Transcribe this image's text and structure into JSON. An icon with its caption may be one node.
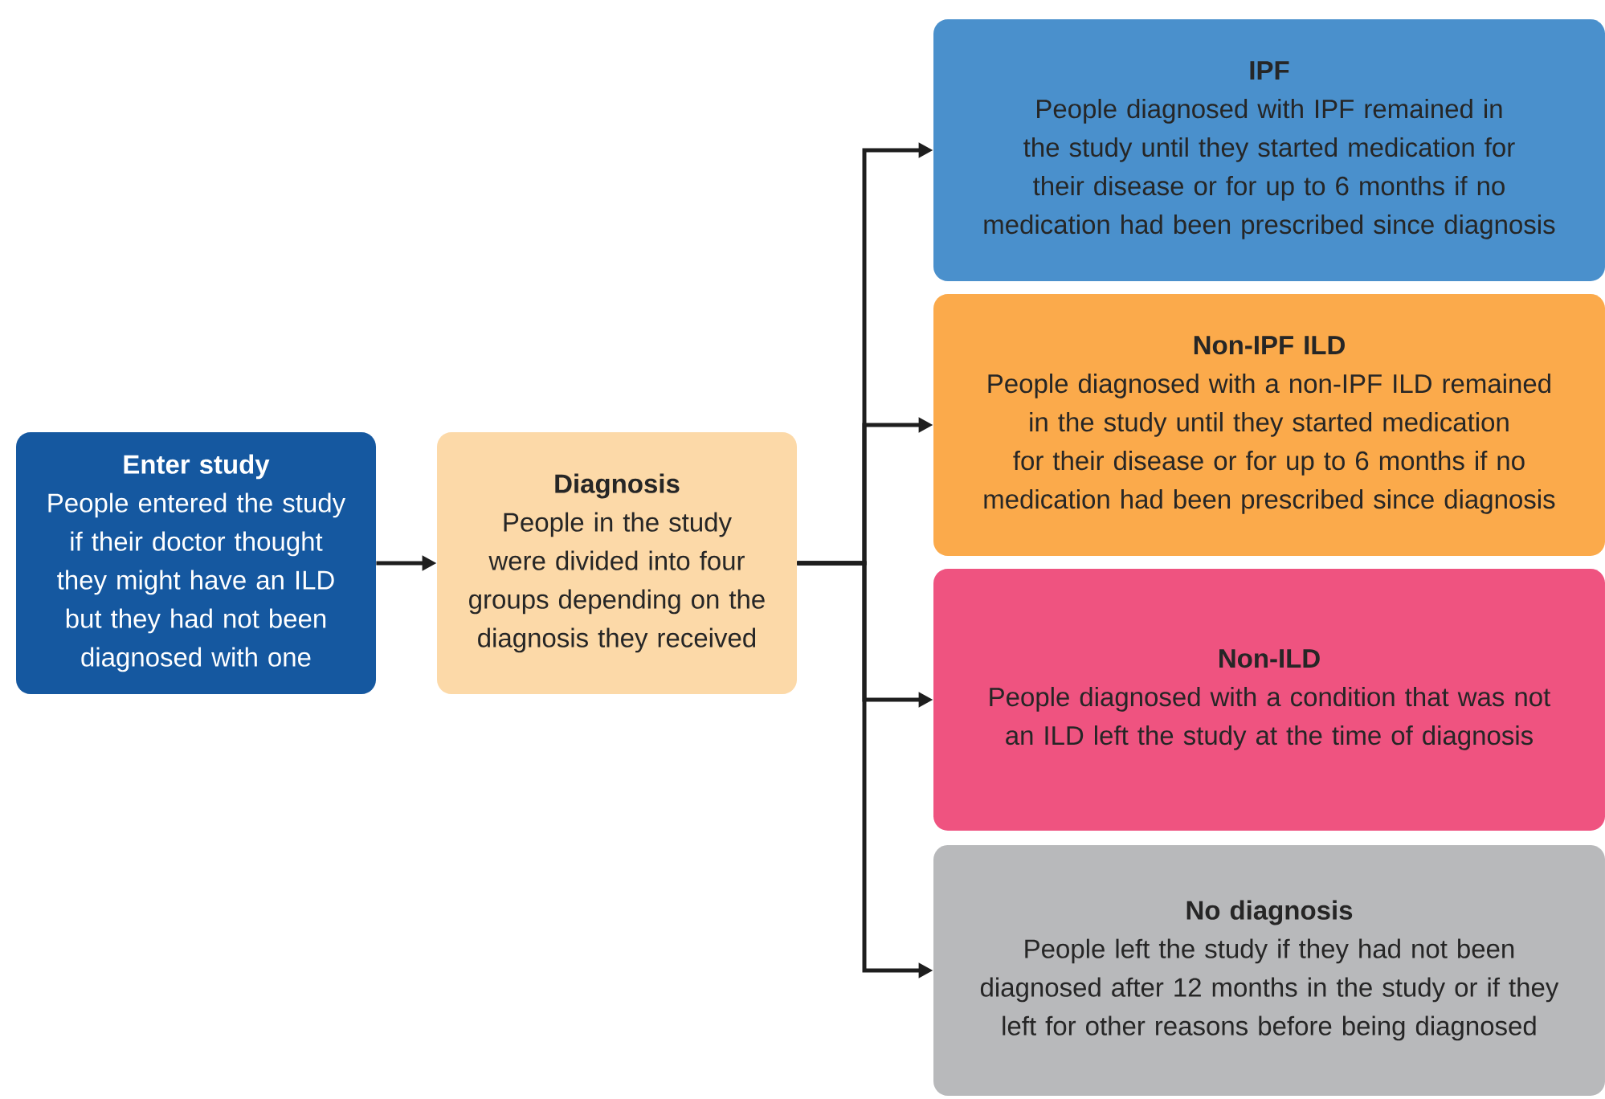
{
  "diagram": {
    "nodes": [
      {
        "text": [
          "Enter study",
          "People entered the study if their doctor thought they might have an ILD but they had not been diagnosed with one"
        ]
      },
      {
        "text": [
          "Diagnosis",
          "People in the study were divided into four groups depending on the diagnosis they received"
        ]
      },
      {
        "text": [
          "IPF",
          "People diagnosed with IPF remained in the study until they started medication for their disease or for up to 6 months if no medication had been prescribed since diagnosis"
        ]
      },
      {
        "text": [
          "Non-IPF ILD",
          "People diagnosed with a non-IPF ILD remained in the study until they started medication for their disease or for up to 6 months if no medication had been prescribed since diagnosis"
        ]
      },
      {
        "text": [
          "Non-ILD",
          "People diagnosed with a condition that was not an ILD left the study at the time of diagnosis"
        ]
      },
      {
        "text": [
          "No diagnosis",
          "People left the study if they had not been diagnosed after 12 months in the study or if they left for other reasons before being diagnosed"
        ]
      }
    ],
    "edges": [
      {
        "from": 0,
        "to": 1,
        "arrow": "to"
      },
      {
        "from": 1,
        "to": 2,
        "arrow": "to"
      },
      {
        "from": 1,
        "to": 3,
        "arrow": "to"
      },
      {
        "from": 1,
        "to": 4,
        "arrow": "to"
      },
      {
        "from": 1,
        "to": 5,
        "arrow": "to"
      }
    ]
  }
}
